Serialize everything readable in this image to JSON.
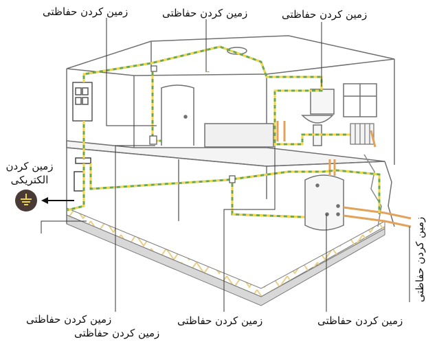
{
  "labels": {
    "top_left": "زمین کردن حفاظتی",
    "top_center": "زمین کردن حفاظتی",
    "top_right": "زمین کردن حفاظتی",
    "electric_line1": "زمین کردن",
    "electric_line2": "الکتریکی",
    "bottom_left": "زمین کردن حفاظتی",
    "bottom_second": "زمین کردن حفاظتی",
    "bottom_center": "زمین کردن حفاظتی",
    "bottom_right": "زمین کردن حفاظتی",
    "bottom_far_right": "زمین کردن حفاظتی"
  },
  "colors": {
    "ground_wire_green": "#6aa84f",
    "ground_wire_yellow": "#f1d64a",
    "outline": "#6b6b6b",
    "ground_symbol_bg": "#4a3a35",
    "pipe": "#e3a25a"
  },
  "icons": {
    "ground_symbol": "earth-ground-icon"
  }
}
